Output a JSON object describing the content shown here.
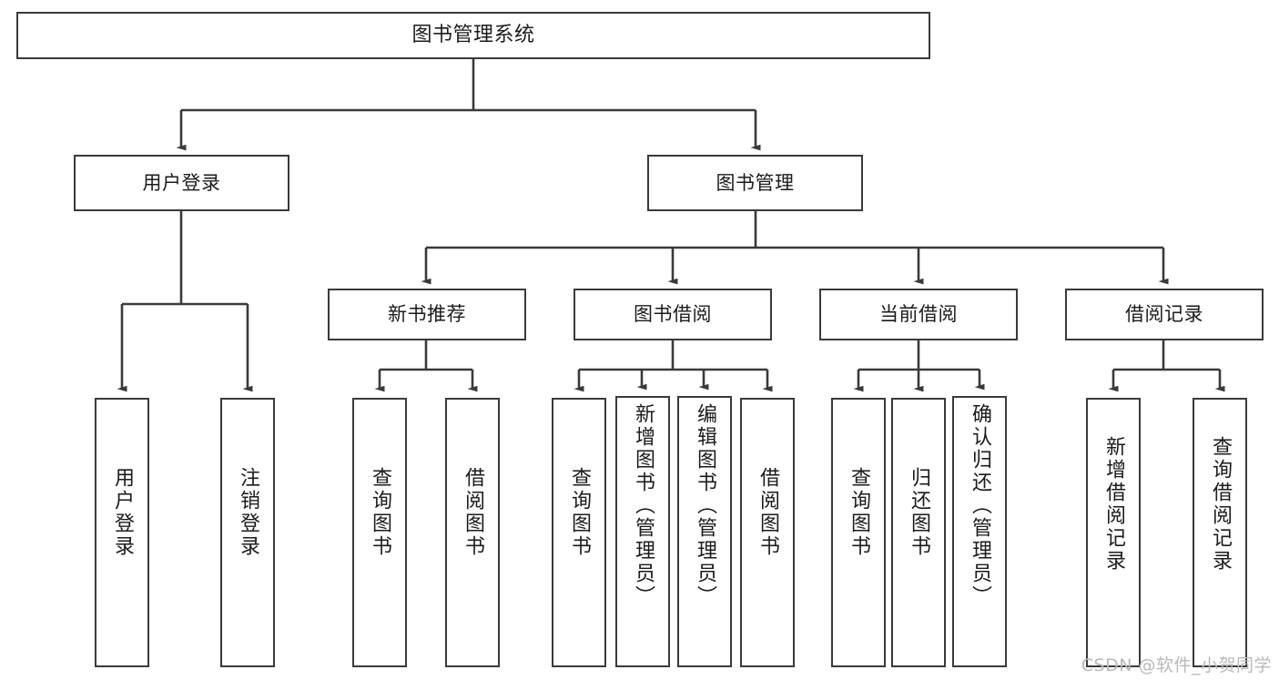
{
  "diagram": {
    "type": "hierarchy-tree",
    "title": "图书管理系统",
    "background_color": "#ffffff",
    "line_color": "#3a3a3a",
    "text_color": "#1b1b1b",
    "root": {
      "id": "root",
      "label": "图书管理系统",
      "orientation": "horizontal"
    },
    "level2": [
      {
        "id": "user-login",
        "label": "用户登录",
        "orientation": "horizontal"
      },
      {
        "id": "book-management",
        "label": "图书管理",
        "orientation": "horizontal"
      }
    ],
    "level3": [
      {
        "id": "new-book-recommend",
        "label": "新书推荐",
        "orientation": "horizontal"
      },
      {
        "id": "book-borrow",
        "label": "图书借阅",
        "orientation": "horizontal"
      },
      {
        "id": "current-borrow",
        "label": "当前借阅",
        "orientation": "horizontal"
      },
      {
        "id": "borrow-record",
        "label": "借阅记录",
        "orientation": "horizontal"
      }
    ],
    "leaves": [
      {
        "id": "leaf-user-login",
        "label": "用户登录",
        "parent": "user-login",
        "orientation": "vertical"
      },
      {
        "id": "leaf-user-logout",
        "label": "注销登录",
        "parent": "user-login",
        "orientation": "vertical"
      },
      {
        "id": "leaf-query-book-1",
        "label": "查询图书",
        "parent": "new-book-recommend",
        "orientation": "vertical"
      },
      {
        "id": "leaf-borrow-book-1",
        "label": "借阅图书",
        "parent": "new-book-recommend",
        "orientation": "vertical"
      },
      {
        "id": "leaf-query-book-2",
        "label": "查询图书",
        "parent": "book-borrow",
        "orientation": "vertical"
      },
      {
        "id": "leaf-add-book",
        "label": "新增图书（管理员）",
        "parent": "book-borrow",
        "orientation": "vertical"
      },
      {
        "id": "leaf-edit-book",
        "label": "编辑图书（管理员）",
        "parent": "book-borrow",
        "orientation": "vertical"
      },
      {
        "id": "leaf-borrow-book-2",
        "label": "借阅图书",
        "parent": "book-borrow",
        "orientation": "vertical"
      },
      {
        "id": "leaf-query-book-3",
        "label": "查询图书",
        "parent": "current-borrow",
        "orientation": "vertical"
      },
      {
        "id": "leaf-return-book",
        "label": "归还图书",
        "parent": "current-borrow",
        "orientation": "vertical"
      },
      {
        "id": "leaf-confirm-return",
        "label": "确认归还（管理员）",
        "parent": "current-borrow",
        "orientation": "vertical"
      },
      {
        "id": "leaf-add-record",
        "label": "新增借阅记录",
        "parent": "borrow-record",
        "orientation": "vertical"
      },
      {
        "id": "leaf-query-record",
        "label": "查询借阅记录",
        "parent": "borrow-record",
        "orientation": "vertical"
      }
    ]
  },
  "watermark": {
    "text": "CSDN @软件_小贺同学"
  }
}
